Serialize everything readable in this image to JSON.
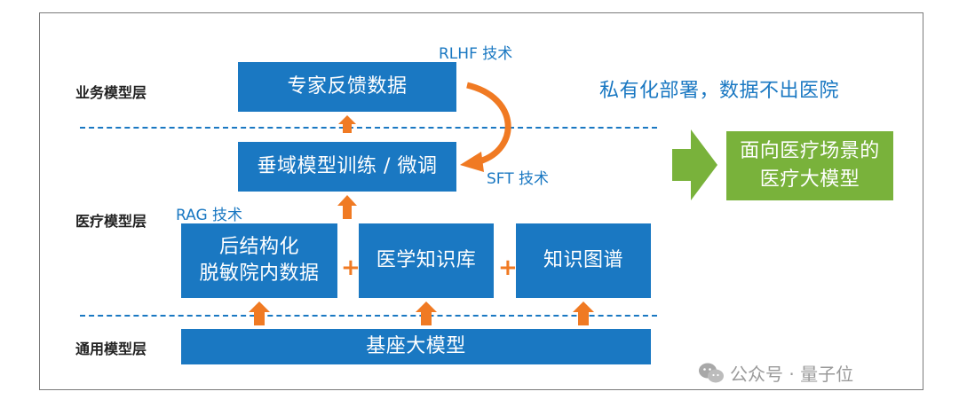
{
  "layers": {
    "business": "业务模型层",
    "medical": "医疗模型层",
    "general": "通用模型层"
  },
  "boxes": {
    "expert_feedback": "专家反馈数据",
    "domain_training": "垂域模型训练 / 微调",
    "desensitized_line1": "后结构化",
    "desensitized_line2": "脱敏院内数据",
    "knowledge_base": "医学知识库",
    "knowledge_graph": "知识图谱",
    "foundation_model": "基座大模型"
  },
  "tech_labels": {
    "rlhf": "RLHF 技术",
    "sft": "SFT 技术",
    "rag": "RAG 技术"
  },
  "headline": "私有化部署，数据不出医院",
  "result": {
    "line1": "面向医疗场景的",
    "line2": "医疗大模型"
  },
  "plus_sign": "+",
  "watermark": "公众号 · 量子位",
  "colors": {
    "box_blue": "#1a78c2",
    "arrow_orange": "#f07a23",
    "result_green": "#79b23b"
  }
}
